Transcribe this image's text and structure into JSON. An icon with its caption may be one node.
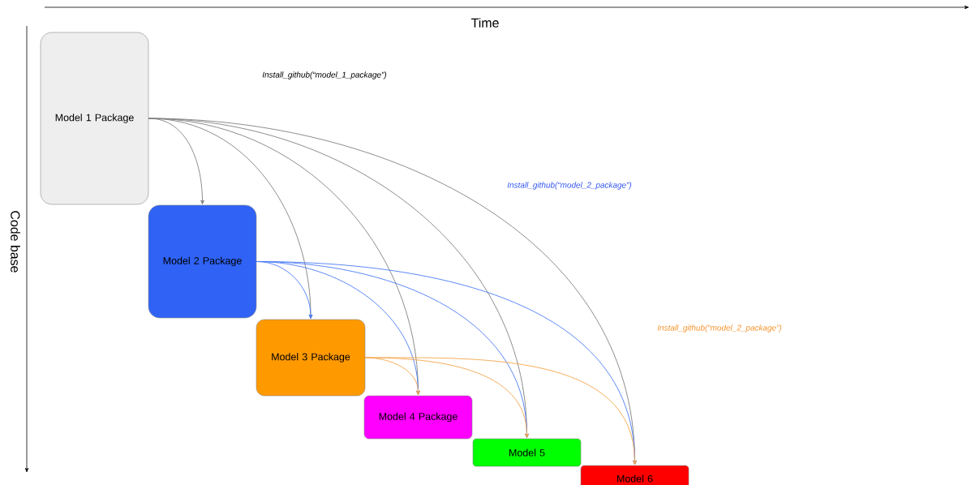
{
  "diagram": {
    "nodes": [
      {
        "text": [
          "Model 1 Package"
        ]
      },
      {
        "text": [
          "Model 2 Package"
        ]
      },
      {
        "text": [
          "Model 3 Package"
        ]
      },
      {
        "text": [
          "Model 4 Package"
        ]
      },
      {
        "text": [
          "Model 5"
        ]
      },
      {
        "text": [
          "Model 6"
        ]
      }
    ],
    "edges": [
      {
        "from": 0,
        "to": 1,
        "arrow": "to"
      },
      {
        "from": 0,
        "to": 2,
        "arrow": "to"
      },
      {
        "from": 0,
        "to": 3,
        "arrow": "to"
      },
      {
        "from": 0,
        "to": 4,
        "arrow": "to"
      },
      {
        "from": 0,
        "to": 5,
        "arrow": "to"
      },
      {
        "from": 1,
        "to": 2,
        "arrow": "to",
        "color": "#4a7af5"
      },
      {
        "from": 1,
        "to": 3,
        "arrow": "to",
        "color": "#4a7af5"
      },
      {
        "from": 1,
        "to": 4,
        "arrow": "to",
        "color": "#4a7af5"
      },
      {
        "from": 1,
        "to": 5,
        "arrow": "to",
        "color": "#4a7af5"
      },
      {
        "from": 2,
        "to": 3,
        "arrow": "to",
        "color": "#f5a54a"
      },
      {
        "from": 2,
        "to": 4,
        "arrow": "to",
        "color": "#f5a54a"
      },
      {
        "from": 2,
        "to": 5,
        "arrow": "to",
        "color": "#f5a54a"
      }
    ],
    "labels": [
      "Time",
      "Code base",
      "Install_github(“model_1_package”)",
      "Install_github(“model_2_package”)",
      "Install_github(“model_2_package”)"
    ]
  }
}
